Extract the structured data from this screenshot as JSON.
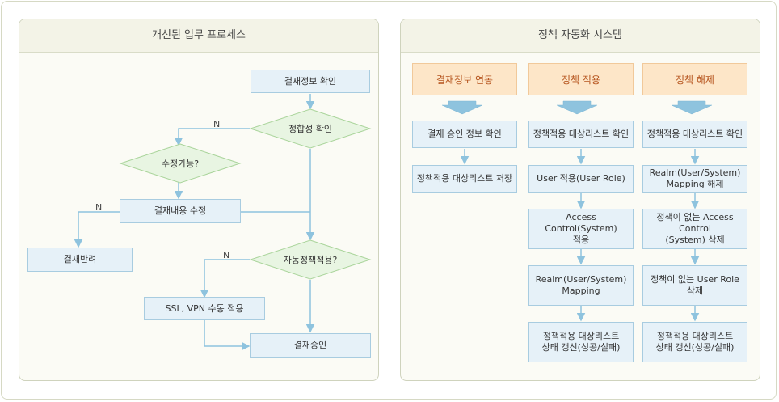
{
  "left_panel": {
    "title": "개선된 업무 프로세스",
    "nodes": {
      "check_payment": "결재정보 확인",
      "validity_check": "정합성 확인",
      "editable": "수정가능?",
      "edit_payment": "결재내용 수정",
      "reject_payment": "결재반려",
      "auto_policy": "자동정책적용?",
      "manual_apply": "SSL, VPN 수동 적용",
      "approve_payment": "결재승인"
    },
    "no_label": "N"
  },
  "right_panel": {
    "title": "정책 자동화 시스템",
    "columns": [
      {
        "header": "결재정보 연동",
        "steps": [
          "결재 승인 정보 확인",
          "정책적용 대상리스트 저장"
        ]
      },
      {
        "header": "정책 적용",
        "steps": [
          "정책적용 대상리스트 확인",
          "User 적용(User Role)",
          "Access Control(System)\n적용",
          "Realm(User/System)\nMapping",
          "정책적용 대상리스트\n상태 갱신(성공/실패)"
        ]
      },
      {
        "header": "정책 해제",
        "steps": [
          "정책적용 대상리스트 확인",
          "Realm(User/System)\nMapping 해제",
          "정책이 없는 Access Control\n(System) 삭제",
          "정책이 없는 User Role\n삭제",
          "정책적용 대상리스트\n상태 갱신(성공/실패)"
        ]
      }
    ]
  },
  "colors": {
    "box_fill": "#e6f1f8",
    "box_border": "#a8cce0",
    "line": "#8ec3de",
    "header_fill": "#fde6c8",
    "header_text": "#b5531c",
    "diamond_fill": "#e8f5e2",
    "diamond_border": "#a9d49a"
  }
}
